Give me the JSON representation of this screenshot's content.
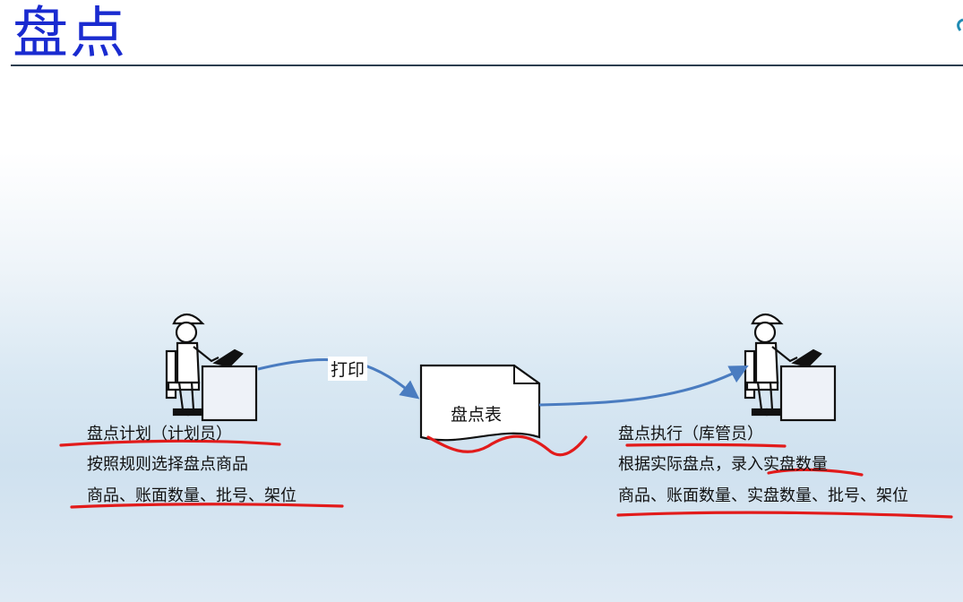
{
  "slide": {
    "title": "盘点",
    "colors": {
      "title": "#1a2bd0",
      "flow_arrow": "#4a7cc0",
      "annotation": "#e21b1b"
    }
  },
  "diagram": {
    "print_label": "打印",
    "document_label": "盘点表",
    "left_actor": {
      "icon": "worker-at-desk-icon",
      "lines": [
        "盘点计划（计划员）",
        "按照规则选择盘点商品",
        "商品、账面数量、批号、架位"
      ]
    },
    "right_actor": {
      "icon": "worker-at-desk-icon",
      "lines": [
        "盘点执行（库管员）",
        "根据实际盘点，录入实盘数量",
        "商品、账面数量、实盘数量、批号、架位"
      ]
    }
  }
}
